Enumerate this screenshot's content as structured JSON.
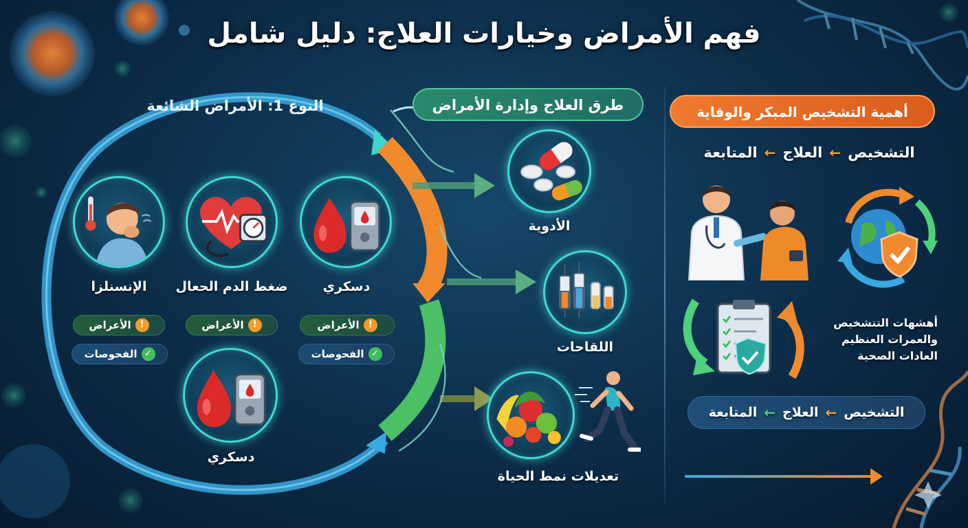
{
  "title": "فهم الأمراض وخيارات العلاج: دليل شامل",
  "diseases_section": {
    "heading": "النوع 1: الأمراض الشائعة",
    "cards": [
      {
        "label": "الإنسنلزا",
        "icon": "sick-person-fever-icon",
        "tags": [
          "الأعراض",
          "الفحوصات"
        ]
      },
      {
        "label": "ضغط الدم الحعال",
        "icon": "heart-blood-pressure-icon",
        "tags": [
          "الأعراض"
        ]
      },
      {
        "label": "دسكري",
        "icon": "blood-drop-glucometer-icon",
        "tags": [
          "الأعراض",
          "الفحوصات"
        ]
      },
      {
        "label": "دسكري",
        "icon": "blood-drop-glucometer-icon",
        "tags": []
      }
    ]
  },
  "treatment_section": {
    "heading": "طرق العلاج وإدارة الأمراض",
    "items": [
      {
        "label": "الأدوية",
        "icon": "pills-capsules-icon"
      },
      {
        "label": "اللقاحات",
        "icon": "vaccine-syringes-icon"
      },
      {
        "label": "تعديلات نمط الحياة",
        "icon": "healthy-food-running-icon"
      }
    ]
  },
  "diagnosis_section": {
    "heading": "أهمية التشخيص المبكر والوقاية",
    "flow_top": [
      "التشخيص",
      "العلاج",
      "المتابعة"
    ],
    "flow_bottom": [
      "التشخيص",
      "العلاج",
      "المتابعة"
    ],
    "text_lines": [
      "أهشهات التتشخيص",
      "والعمرات العنظيم",
      "العادات الصحية"
    ],
    "icons": [
      "doctor-patient-icon",
      "globe-shield-cycle-icon",
      "clipboard-checklist-icon"
    ]
  },
  "colors": {
    "accent_teal": "#3fd9d6",
    "accent_orange": "#f07a2e",
    "accent_green": "#4fd07b",
    "background": "#0c2c48"
  }
}
